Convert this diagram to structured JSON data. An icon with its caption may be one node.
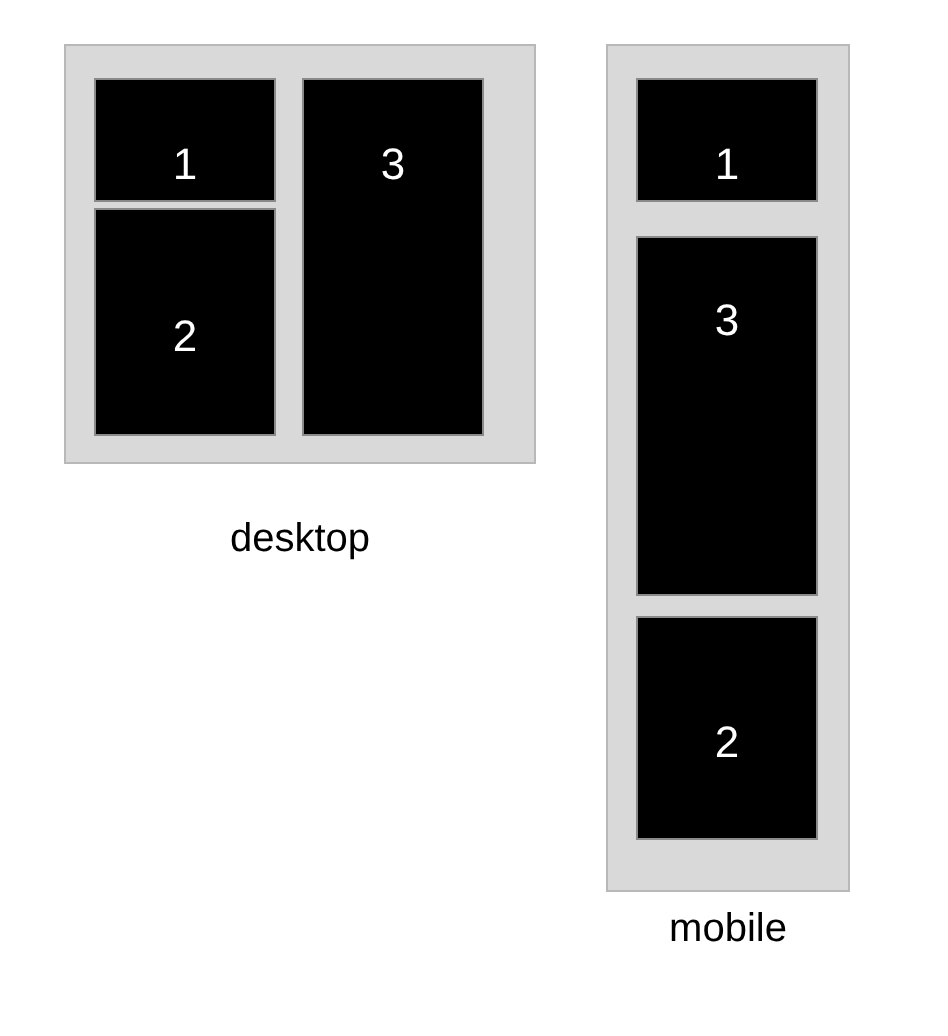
{
  "diagram": {
    "nodes": [
      {
        "text": [
          "desktop"
        ]
      },
      {
        "text": [
          "1"
        ],
        "in": 0
      },
      {
        "text": [
          "2"
        ],
        "in": 0
      },
      {
        "text": [
          "3"
        ],
        "in": 0
      },
      {
        "text": [
          "mobile"
        ]
      },
      {
        "text": [
          "1"
        ],
        "in": 4
      },
      {
        "text": [
          "3"
        ],
        "in": 4
      },
      {
        "text": [
          "2"
        ],
        "in": 4
      }
    ]
  }
}
